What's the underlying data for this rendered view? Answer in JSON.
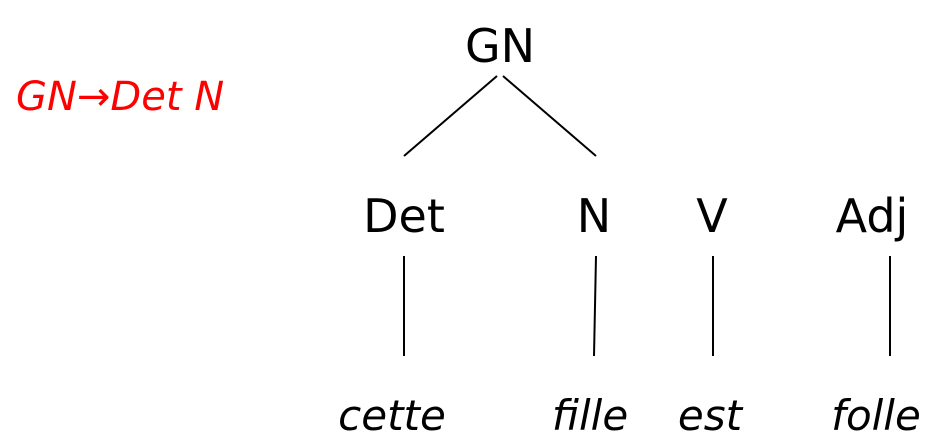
{
  "rule": {
    "text": "GN→Det N",
    "color": "#ff0000"
  },
  "tree": {
    "root": "GN",
    "categories": [
      "Det",
      "N",
      "V",
      "Adj"
    ],
    "words": [
      "cette",
      "fille",
      "est",
      "folle"
    ]
  }
}
